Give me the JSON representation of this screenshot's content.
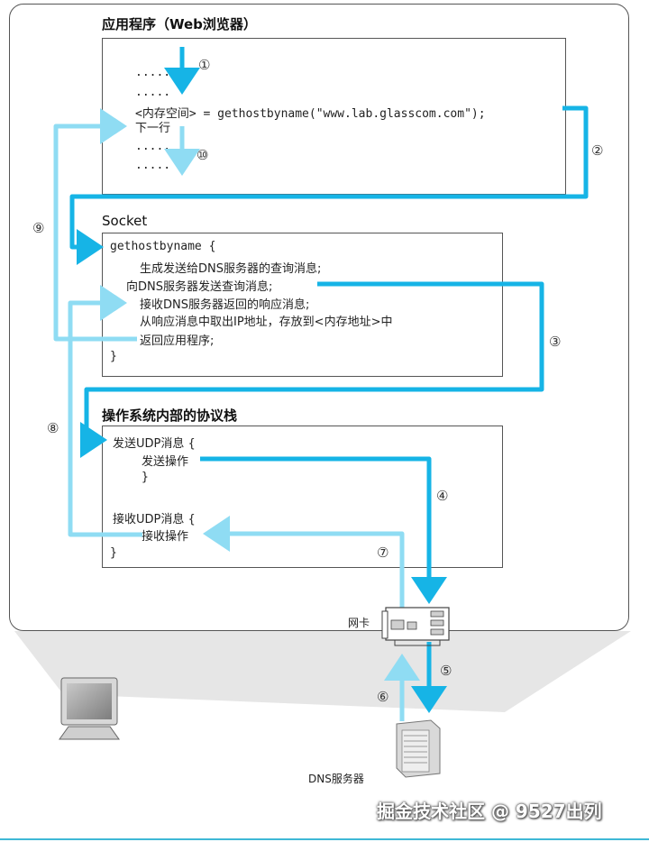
{
  "app": {
    "title": "应用程序（Web浏览器）",
    "lines": [
      ".....",
      ".....",
      "<内存空间> = gethostbyname(\"www.lab.glasscom.com\");",
      "下一行",
      ".....",
      "....."
    ]
  },
  "socket": {
    "title": "Socket",
    "lines": [
      "gethostbyname  {",
      "生成发送给DNS服务器的查询消息;",
      "向DNS服务器发送查询消息;",
      "接收DNS服务器返回的响应消息;",
      "从响应消息中取出IP地址，存放到<内存地址>中",
      "返回应用程序;",
      "}"
    ]
  },
  "os": {
    "title": "操作系统内部的协议栈",
    "lines": [
      "发送UDP消息   {",
      "发送操作",
      "}",
      "接收UDP消息   {",
      "接收操作",
      "}"
    ]
  },
  "labels": {
    "nic": "网卡",
    "dns_server": "DNS服务器"
  },
  "steps": [
    "①",
    "②",
    "③",
    "④",
    "⑤",
    "⑥",
    "⑦",
    "⑧",
    "⑨",
    "⑩"
  ],
  "watermark": "掘金技术社区 @ 9527出列",
  "colors": {
    "flow_dark": "#16b4e6",
    "flow_light": "#8fdcf3",
    "panel": "#e3e3e3"
  }
}
